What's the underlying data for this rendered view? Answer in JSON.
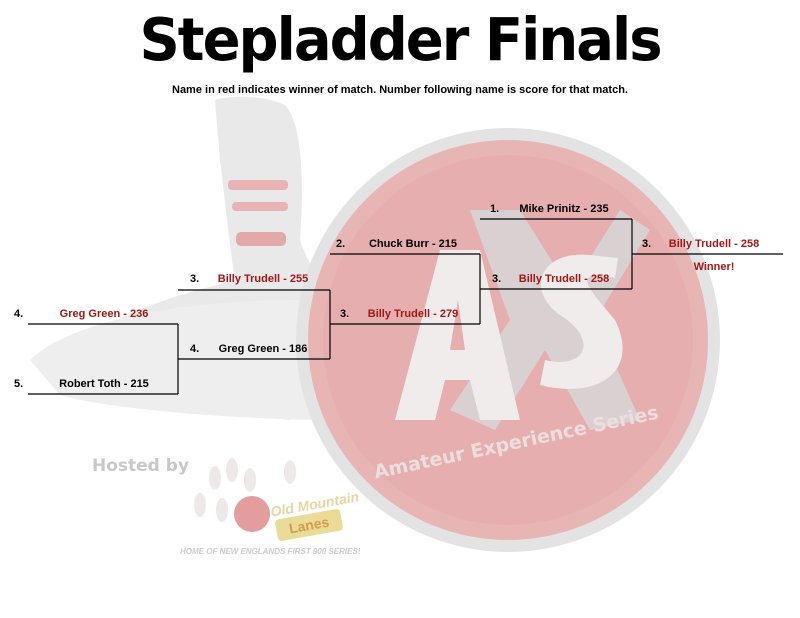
{
  "title": "Stepladder Finals",
  "subtitle": "Name in red indicates winner of match.  Number following name is score for that match.",
  "watermark": {
    "hosted_by": "Hosted by",
    "series_name": "Amateur Experience Series",
    "lanes_name": "Old Mountain",
    "lanes_badge": "Lanes",
    "lanes_tagline": "HOME OF NEW ENGLANDS FIRST 900 SERIES!"
  },
  "colors": {
    "winner_red": "#a01818",
    "line": "#000000",
    "watermark_red": "#e8b9b9"
  },
  "bracket": {
    "m1_top": {
      "seed": "4.",
      "name": "Greg Green - 236",
      "winner": true
    },
    "m1_bottom": {
      "seed": "5.",
      "name": "Robert Toth - 215",
      "winner": false
    },
    "m2_top": {
      "seed": "3.",
      "name": "Billy Trudell - 255",
      "winner": true
    },
    "m2_bottom": {
      "seed": "4.",
      "name": "Greg Green - 186",
      "winner": false
    },
    "m3_top": {
      "seed": "2.",
      "name": "Chuck Burr - 215",
      "winner": false
    },
    "m3_bottom": {
      "seed": "3.",
      "name": "Billy Trudell - 279",
      "winner": true
    },
    "m4_top": {
      "seed": "1.",
      "name": "Mike Prinitz - 235",
      "winner": false
    },
    "m4_bottom": {
      "seed": "3.",
      "name": "Billy Trudell - 258",
      "winner": true
    },
    "champion": {
      "seed": "3.",
      "name": "Billy Trudell - 258",
      "winner": true
    },
    "winner_label": "Winner!"
  }
}
